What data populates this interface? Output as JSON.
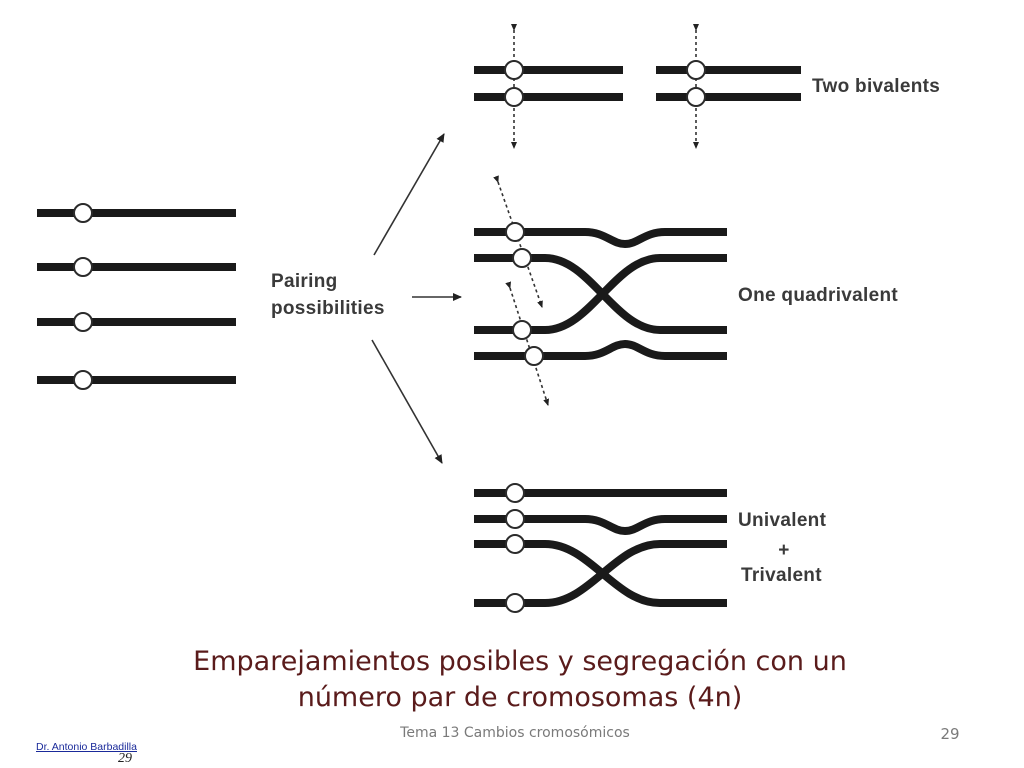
{
  "diagram": {
    "pairing_label": [
      "Pairing",
      "possibilities"
    ],
    "two_bivalents_label": "Two bivalents",
    "one_quadrivalent_label": "One quadrivalent",
    "univalent_label": "Univalent",
    "plus_sign": "+",
    "trivalent_label": "Trivalent"
  },
  "caption": {
    "line1": "Emparejamientos posibles y segregación con un",
    "line2": "número par de cromosomas (4n)"
  },
  "footer": {
    "center_text": "Tema 13 Cambios cromosómicos",
    "page_number": "29",
    "author_link": "Dr. Antonio Barbadilla",
    "small_number": "29"
  }
}
